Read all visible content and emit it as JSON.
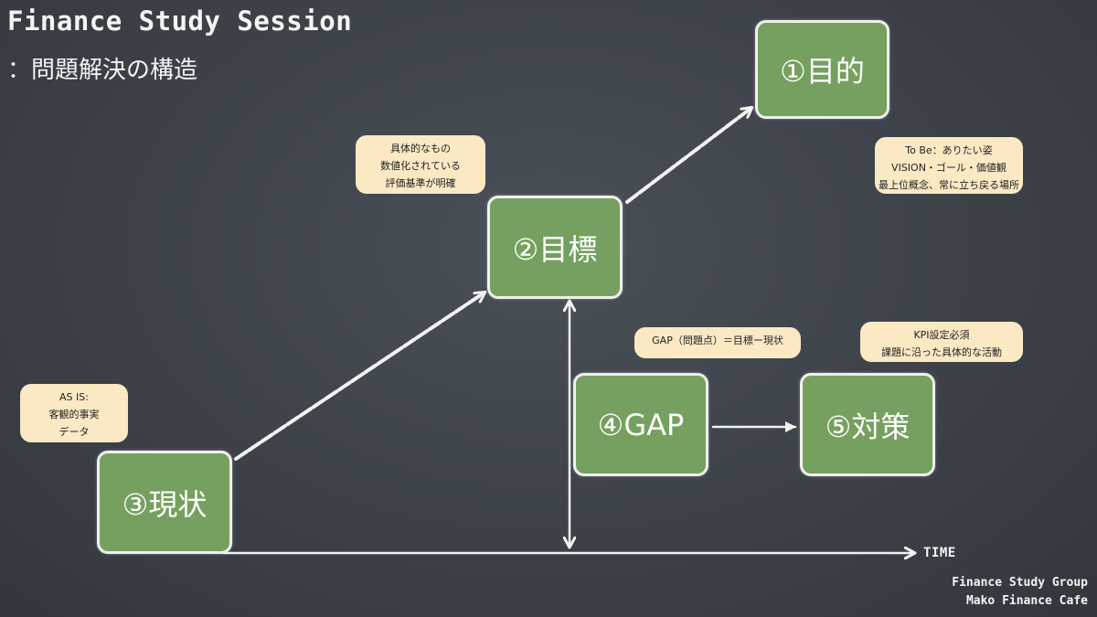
{
  "header": {
    "title": "Finance Study Session",
    "subtitle": "：問題解決の構造"
  },
  "boxes": {
    "purpose": "①目的",
    "goal": "②目標",
    "current": "③現状",
    "gap": "④GAP",
    "measures": "⑤対策"
  },
  "bubbles": {
    "purpose": [
      "To Be：ありたい姿",
      "VISION・ゴール・価値観",
      "最上位概念、常に立ち戻る場所"
    ],
    "goal": [
      "具体的なもの",
      "数値化されている",
      "評価基準が明確"
    ],
    "current": [
      "AS IS:",
      "客観的事実",
      "データ"
    ],
    "gap": [
      "GAP（問題点）＝目標ー現状"
    ],
    "measures": [
      "KPI設定必須",
      "課題に沿った具体的な活動"
    ]
  },
  "axis": {
    "time_label": "TIME"
  },
  "footer": {
    "line1": "Finance Study Group",
    "line2": "Mako Finance Cafe"
  },
  "colors": {
    "background": "#3d4249",
    "box_fill": "#76a05f",
    "bubble_fill": "#fbe9c4",
    "chalk": "#f0f0ec"
  }
}
